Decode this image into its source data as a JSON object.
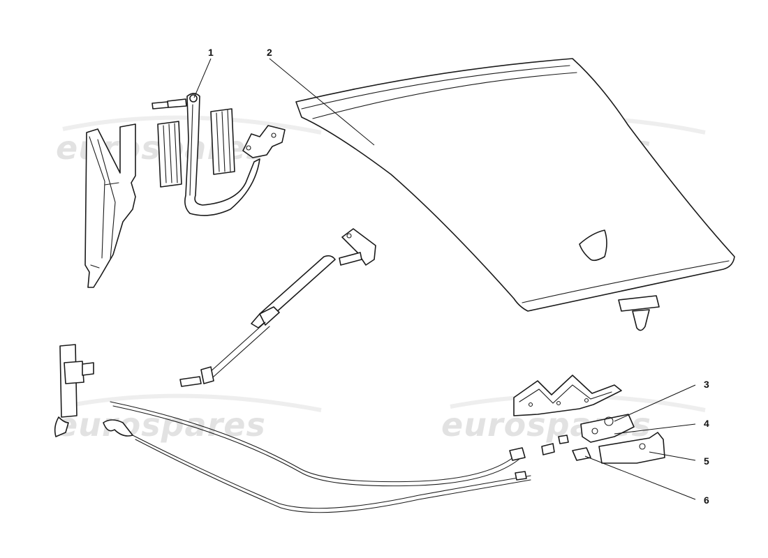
{
  "diagram": {
    "watermark": "eurospares",
    "callouts": [
      {
        "id": "1",
        "label": "1"
      },
      {
        "id": "2",
        "label": "2"
      },
      {
        "id": "3",
        "label": "3"
      },
      {
        "id": "4",
        "label": "4"
      },
      {
        "id": "5",
        "label": "5"
      },
      {
        "id": "6",
        "label": "6"
      }
    ]
  }
}
